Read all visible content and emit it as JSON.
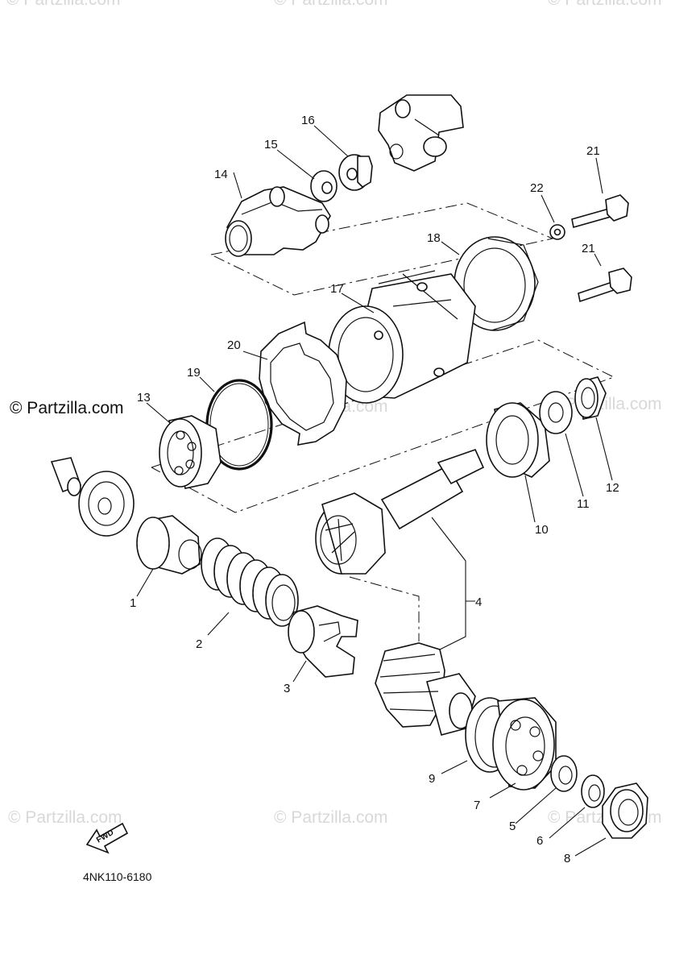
{
  "watermarks": {
    "top": [
      "© Partzilla.com",
      "© Partzilla.com",
      "© Partzilla.com"
    ],
    "middle_strong": "© Partzilla.com",
    "middle": [
      "© Partzilla.com",
      "© Partzilla.com"
    ],
    "bottom": [
      "© Partzilla.com",
      "© Partzilla.com",
      "© Partzilla.com"
    ]
  },
  "diagram_code": "4NK110-6180",
  "fwd_label": "FWD",
  "callouts": {
    "c1": "1",
    "c2": "2",
    "c3": "3",
    "c4": "4",
    "c5": "5",
    "c6": "6",
    "c7": "7",
    "c8": "8",
    "c9": "9",
    "c10": "10",
    "c11": "11",
    "c12": "12",
    "c13": "13",
    "c14": "14",
    "c15": "15",
    "c16": "16",
    "c17": "17",
    "c18": "18",
    "c19": "19",
    "c20": "20",
    "c21a": "21",
    "c21b": "21",
    "c22": "22"
  }
}
